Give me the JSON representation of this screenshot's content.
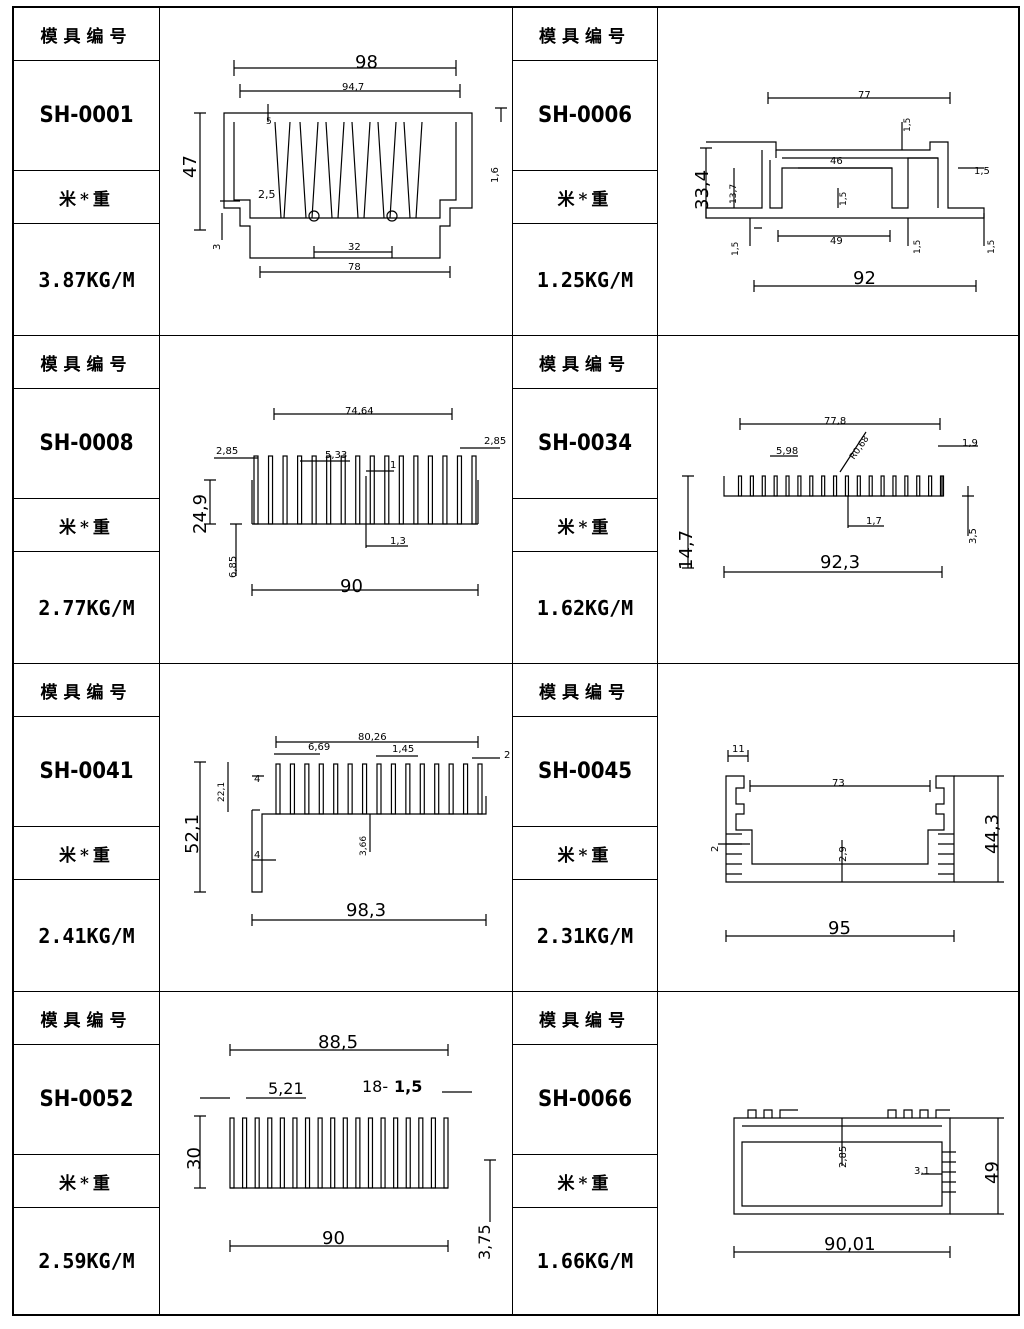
{
  "labels": {
    "mold_no": "模具编号",
    "weight": "米*重"
  },
  "items": [
    {
      "code": "SH-0001",
      "weight": "3.87KG/M",
      "dims": {
        "d98": "98",
        "d947": "94,7",
        "d5": "5",
        "d47": "47",
        "d25": "2,5",
        "d16": "1,6",
        "d3": "3",
        "d32": "32",
        "d78": "78"
      }
    },
    {
      "code": "SH-0006",
      "weight": "1.25KG/M",
      "dims": {
        "d77": "77",
        "d15a": "1,5",
        "d46": "46",
        "d15b": "1,5",
        "d334": "33,4",
        "d137": "13,7",
        "d15c": "1,5",
        "d49": "49",
        "d15d": "1,5",
        "d15e": "1,5",
        "d15f": "1,5",
        "d92": "92"
      }
    },
    {
      "code": "SH-0008",
      "weight": "2.77KG/M",
      "dims": {
        "d7464": "74,64",
        "d285a": "2,85",
        "d533": "5,33",
        "d1": "1",
        "d285b": "2,85",
        "d249": "24,9",
        "d13": "1,3",
        "d685": "6,85",
        "d90": "90"
      }
    },
    {
      "code": "SH-0034",
      "weight": "1.62KG/M",
      "dims": {
        "d778": "77,8",
        "d598": "5,98",
        "dr": "R0,68",
        "d19": "1,9",
        "d147": "14,7",
        "d17": "1,7",
        "d35": "3,5",
        "d923": "92,3"
      }
    },
    {
      "code": "SH-0041",
      "weight": "2.41KG/M",
      "dims": {
        "d8026": "80,26",
        "d669": "6,69",
        "d145": "1,45",
        "d2": "2",
        "d4a": "4",
        "d221": "22,1",
        "d521": "52,1",
        "d366": "3,66",
        "d4b": "4",
        "d983": "98,3"
      }
    },
    {
      "code": "SH-0045",
      "weight": "2.31KG/M",
      "dims": {
        "d11": "11",
        "d73": "73",
        "d443": "44,3",
        "d2": "2",
        "d29": "2,9",
        "d95": "95"
      }
    },
    {
      "code": "SH-0052",
      "weight": "2.59KG/M",
      "dims": {
        "d885": "88,5",
        "d521": "5,21",
        "d18": "18-",
        "d15": "1,5",
        "d30": "30",
        "d90": "90",
        "d375": "3,75"
      }
    },
    {
      "code": "SH-0066",
      "weight": "1.66KG/M",
      "dims": {
        "d285": "2,85",
        "d31": "3,1",
        "d49": "49",
        "d9001": "90,01"
      }
    }
  ]
}
